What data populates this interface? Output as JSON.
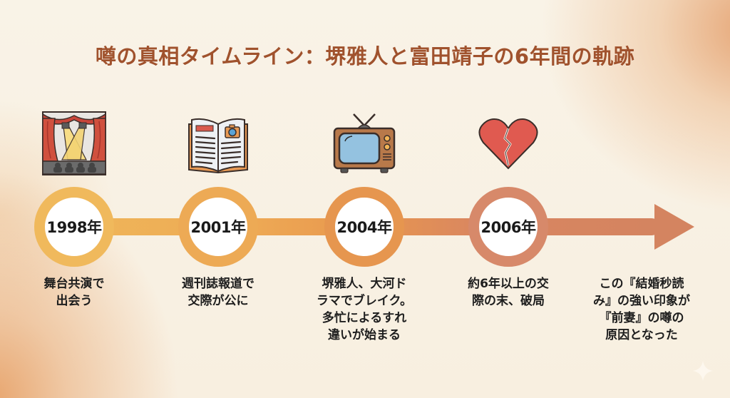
{
  "title": "噂の真相タイムライン：堺雅人と富田靖子の6年間の軌跡",
  "colors": {
    "title": "#a0522d",
    "track_start": "#efb659",
    "track_end": "#d48460",
    "text": "#1e1e1e",
    "background": "#f8f1e4"
  },
  "timeline": {
    "events": [
      {
        "year": "1998年",
        "icon": "theater-stage-icon",
        "description": "舞台共演で\n出会う"
      },
      {
        "year": "2001年",
        "icon": "magazine-icon",
        "description": "週刊誌報道で\n交際が公に"
      },
      {
        "year": "2004年",
        "icon": "television-icon",
        "description": "堺雅人、大河ド\nラマでブレイク。\n多忙によるすれ\n違いが始まる"
      },
      {
        "year": "2006年",
        "icon": "broken-heart-icon",
        "description": "約6年以上の交\n際の末、破局"
      }
    ],
    "conclusion": "この『結婚秒読\nみ』の強い印象が\n『前妻』の噂の\n原因となった"
  },
  "watermark_icon": "sparkle-icon"
}
